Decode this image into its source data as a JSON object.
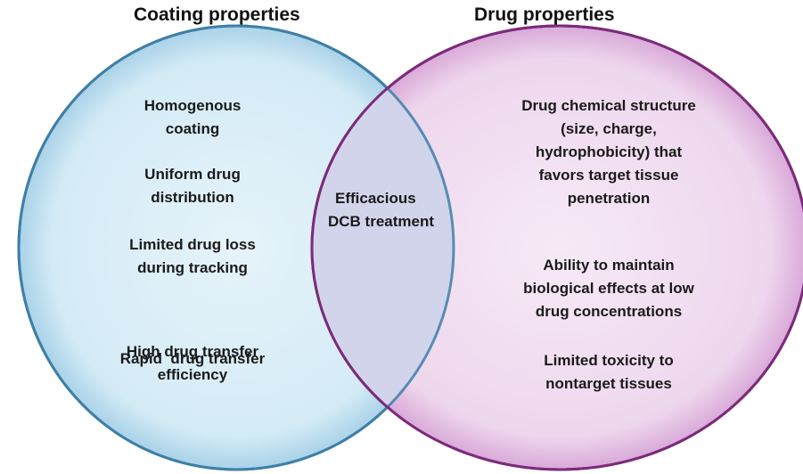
{
  "titles": {
    "left": "Coating properties",
    "right": "Drug properties"
  },
  "left_items": [
    [
      "Homogenous",
      "coating"
    ],
    [
      "Uniform drug",
      "distribution"
    ],
    [
      "Limited drug loss",
      "during tracking"
    ],
    [
      "Rapid  drug transfer"
    ],
    [
      "High drug transfer",
      "efficiency"
    ]
  ],
  "center_item": [
    "Efficacious",
    "DCB treatment"
  ],
  "right_items": [
    [
      "Drug chemical structure",
      "(size, charge,",
      "hydrophobicity) that",
      "favors target tissue",
      "penetration"
    ],
    [
      "Ability to maintain",
      "biological effects at low",
      "drug concentrations"
    ],
    [
      "Limited toxicity to",
      "nontarget tissues"
    ]
  ],
  "colors": {
    "left_circle_fill": "#d9eef7",
    "left_circle_stroke": "#3f7fa6",
    "right_circle_fill": "#f3e3f3",
    "right_circle_stroke": "#7b2b7a",
    "overlap_fill": "#d6d6ec"
  }
}
